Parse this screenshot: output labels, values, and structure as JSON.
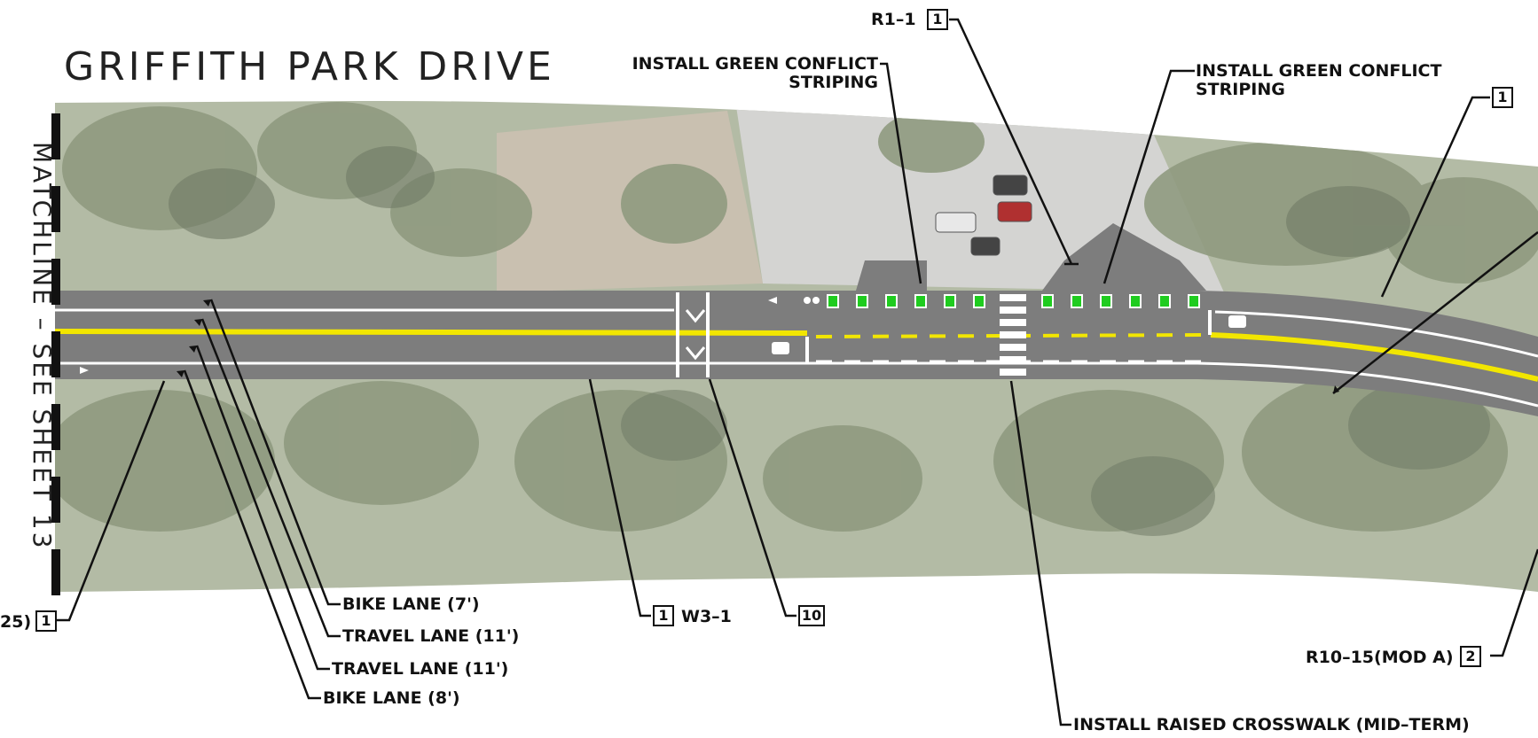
{
  "drawing": {
    "street_name": "GRIFFITH PARK DRIVE",
    "matchline": "MATCHLINE – SEE SHEET 13"
  },
  "callouts": {
    "green_striping_left": [
      "INSTALL GREEN CONFLICT",
      "STRIPING"
    ],
    "green_striping_right": [
      "INSTALL GREEN CONFLICT",
      "STRIPING"
    ],
    "r1_1": "R1–1",
    "r1_1_box": "1",
    "right_top_box": "1",
    "left_partial_text": "25)",
    "left_partial_box": "1",
    "w3_1": "W3–1",
    "w3_1_box": "1",
    "box_10": "10",
    "r10_15": "R10–15(MOD A)",
    "r10_15_box": "2",
    "raised_crosswalk": "INSTALL RAISED CROSSWALK (MID–TERM)"
  },
  "lanes": [
    {
      "label": "BIKE LANE (7')"
    },
    {
      "label": "TRAVEL LANE (11')"
    },
    {
      "label": "TRAVEL LANE (11')"
    },
    {
      "label": "BIKE LANE (8')"
    }
  ],
  "colors": {
    "road": "#7d7d7d",
    "centerline": "#f2e600",
    "green_striping": "#1fcc1f",
    "vegetation": "#aab59a",
    "lot": "#cfcfcf"
  }
}
